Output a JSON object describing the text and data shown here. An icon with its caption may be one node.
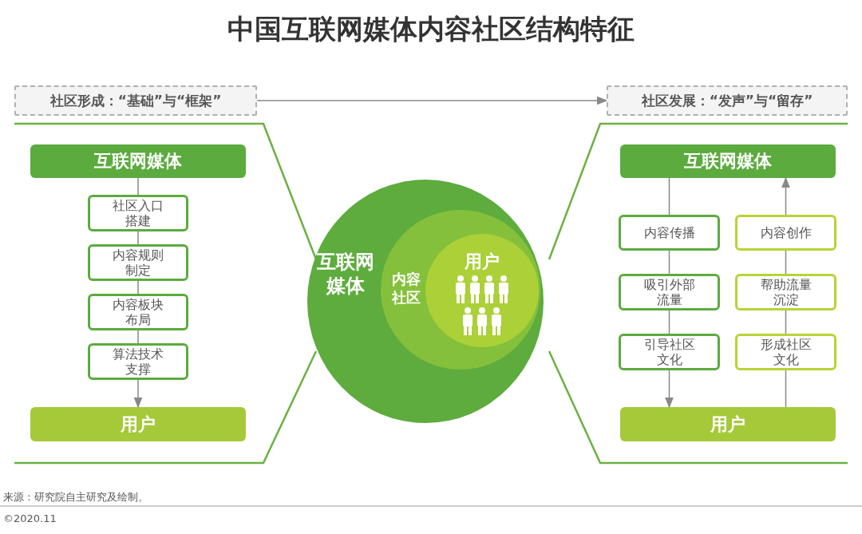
{
  "diagram": {
    "title": "中国互联网媒体内容社区结构特征",
    "nodes": [
      {
        "text": [
          "社区形成：“基础”与“框架”"
        ]
      },
      {
        "text": [
          "社区发展：“发声”与“留存”"
        ]
      },
      {
        "text": [
          "互联网媒体"
        ]
      },
      {
        "text": [
          "社区入口搭建"
        ]
      },
      {
        "text": [
          "内容规则制定"
        ]
      },
      {
        "text": [
          "内容板块布局"
        ]
      },
      {
        "text": [
          "算法技术支撑"
        ]
      },
      {
        "text": [
          "用户"
        ]
      },
      {
        "text": [
          "互联网媒体"
        ]
      },
      {
        "text": [
          "内容社区"
        ],
        "in": 8
      },
      {
        "text": [
          "用户"
        ],
        "in": 9
      },
      {
        "text": [
          "互联网媒体"
        ]
      },
      {
        "text": [
          "内容传播"
        ]
      },
      {
        "text": [
          "吸引外部流量"
        ]
      },
      {
        "text": [
          "引导社区文化"
        ]
      },
      {
        "text": [
          "内容创作"
        ]
      },
      {
        "text": [
          "帮助流量沉淀"
        ]
      },
      {
        "text": [
          "形成社区文化"
        ]
      },
      {
        "text": [
          "用户"
        ]
      }
    ],
    "edges": [
      {
        "from": 0,
        "to": 1,
        "arrow": "to"
      },
      {
        "from": 2,
        "to": 3,
        "arrow": "none"
      },
      {
        "from": 3,
        "to": 4,
        "arrow": "none"
      },
      {
        "from": 4,
        "to": 5,
        "arrow": "none"
      },
      {
        "from": 5,
        "to": 6,
        "arrow": "none"
      },
      {
        "from": 6,
        "to": 7,
        "arrow": "to"
      },
      {
        "from": 11,
        "to": 12,
        "arrow": "none"
      },
      {
        "from": 12,
        "to": 13,
        "arrow": "none"
      },
      {
        "from": 13,
        "to": 14,
        "arrow": "none"
      },
      {
        "from": 14,
        "to": 18,
        "arrow": "to"
      },
      {
        "from": 18,
        "to": 17,
        "arrow": "none"
      },
      {
        "from": 17,
        "to": 16,
        "arrow": "none"
      },
      {
        "from": 16,
        "to": 15,
        "arrow": "none"
      },
      {
        "from": 15,
        "to": 11,
        "arrow": "to"
      }
    ],
    "labels": [
      "来源：研究院自主研究及绘制。",
      "©2020.11"
    ]
  }
}
